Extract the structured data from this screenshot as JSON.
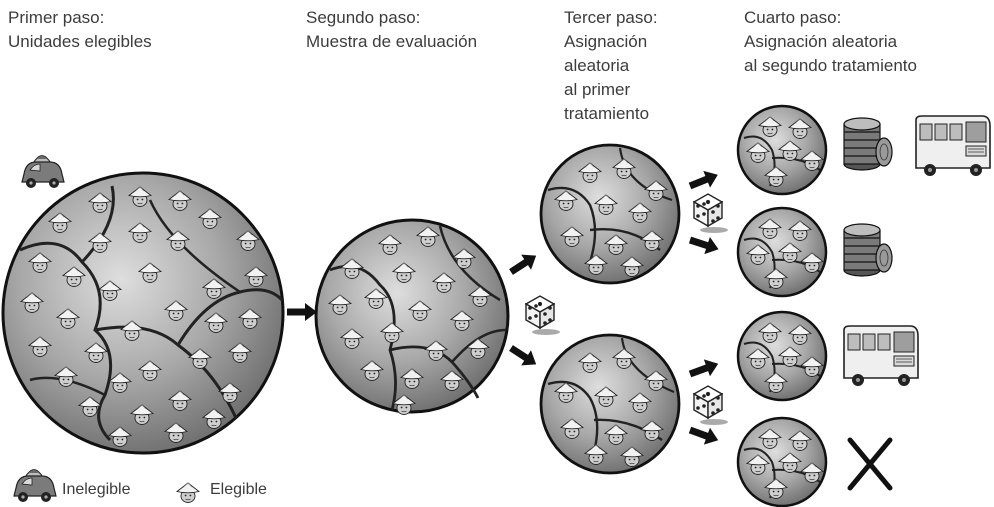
{
  "steps": [
    {
      "title": "Primer paso:\nUnidades elegibles"
    },
    {
      "title": "Segundo paso:\nMuestra de evaluación"
    },
    {
      "title": "Tercer paso:\nAsignación\naleatoria\nal primer\ntratamiento"
    },
    {
      "title": "Cuarto paso:\nAsignación aleatoria\nal segundo tratamiento"
    }
  ],
  "legend": {
    "ineligible": "Inelegible",
    "eligible": "Elegible"
  },
  "icons": {
    "ineligible": "car-person-icon",
    "eligible": "conical-hat-person-icon",
    "randomizer": "dice-icon",
    "treatment_one": "coins-stack-icon",
    "treatment_two": "bus-icon",
    "none": "x-mark-icon"
  },
  "colors": {
    "ink": "#1a1a1a",
    "circle_fill": "#9a9a9a",
    "circle_light": "#d4d4d4",
    "text": "#3c3c3c"
  }
}
